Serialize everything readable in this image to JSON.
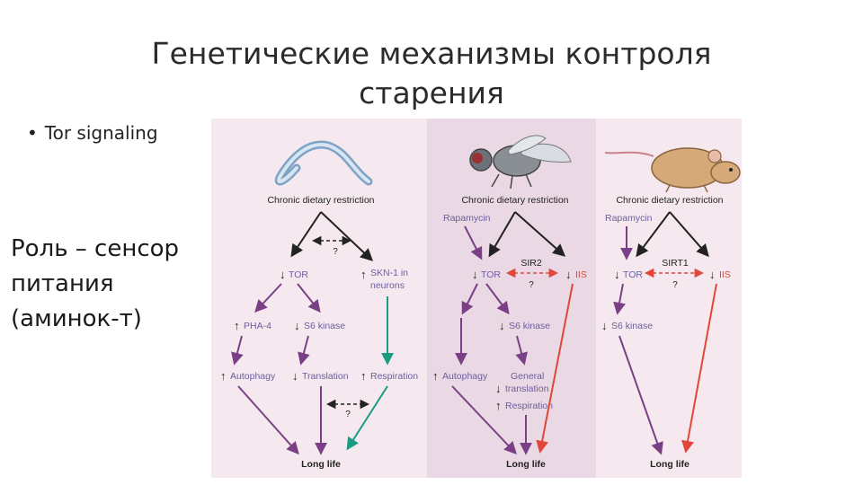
{
  "slide": {
    "title_line1": "Генетические механизмы контроля",
    "title_line2": "старения",
    "bullet": "Tor signaling",
    "side_text": [
      "Роль – сенсор",
      "питания",
      "(аминок-т)"
    ]
  },
  "figure": {
    "colors": {
      "panel_worm": "#f5e9ef",
      "panel_fly": "#ead8e4",
      "panel_mouse": "#f5e9ef",
      "purple": "#7b3f86",
      "red": "#e0463a",
      "teal": "#1a9c82",
      "black": "#222222",
      "blue_label": "#6d5d9e"
    },
    "worm": {
      "chronic": "Chronic dietary restriction",
      "question_top": "?",
      "tor": "TOR",
      "skn1_line1": "SKN-1 in",
      "skn1_line2": "neurons",
      "pha4": "PHA-4",
      "s6k": "S6 kinase",
      "autophagy": "Autophagy",
      "translation": "Translation",
      "respiration": "Respiration",
      "question_bottom": "?",
      "long_life": "Long life"
    },
    "fly": {
      "chronic": "Chronic dietary restriction",
      "rapamycin": "Rapamycin",
      "sir2": "SIR2",
      "tor": "TOR",
      "iis": "IIS",
      "question": "?",
      "s6k": "S6 kinase",
      "autophagy": "Autophagy",
      "general_line1": "General",
      "general_line2": "translation",
      "respiration": "Respiration",
      "long_life": "Long life"
    },
    "mouse": {
      "chronic": "Chronic dietary restriction",
      "rapamycin": "Rapamycin",
      "sirt1": "SIRT1",
      "tor": "TOR",
      "iis": "IIS",
      "question": "?",
      "s6k": "S6 kinase",
      "long_life": "Long life"
    },
    "organism_icons": [
      "worm-icon",
      "fly-icon",
      "mouse-icon"
    ]
  }
}
